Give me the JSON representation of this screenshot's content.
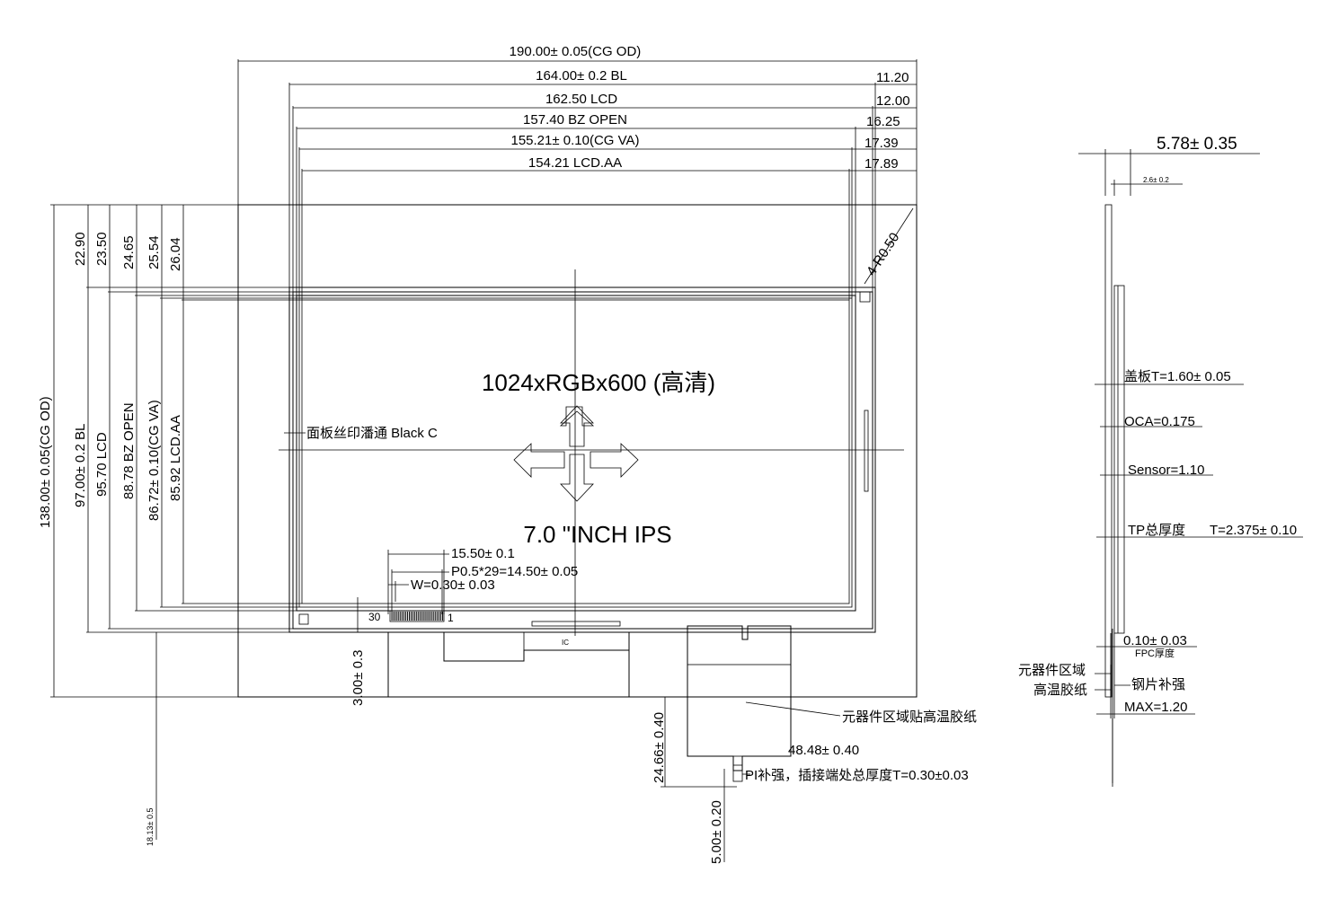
{
  "drawing": {
    "top_dims": {
      "cg_od": "190.00± 0.05(CG OD)",
      "bl": "164.00± 0.2 BL",
      "lcd": "162.50 LCD",
      "bz_open": "157.40 BZ OPEN",
      "cg_va": "155.21± 0.10(CG VA)",
      "lcd_aa": "154.21 LCD.AA"
    },
    "right_offsets": [
      "11.20",
      "12.00",
      "16.25",
      "17.39",
      "17.89"
    ],
    "left_offsets": [
      "22.90",
      "23.50",
      "24.65",
      "25.54",
      "26.04"
    ],
    "left_dims": {
      "cg_od": "138.00± 0.05(CG OD)",
      "bl": "97.00± 0.2 BL",
      "lcd": "95.70 LCD",
      "bz_open": "88.78 BZ OPEN",
      "cg_va": "86.72± 0.10(CG VA)",
      "lcd_aa": "85.92 LCD.AA"
    },
    "corner_radius": "4-R0.50",
    "resolution": "1024xRGBx600 (高清)",
    "size_label": "7.0 \"INCH IPS",
    "silk_note": "面板丝印潘通 Black C",
    "pin_dims": {
      "width": "15.50± 0.1",
      "pitch": "P0.5*29=14.50± 0.05",
      "w": "W=0.30± 0.03"
    },
    "pin_labels": {
      "left": "30",
      "right": "1"
    },
    "dim_3": "3.00± 0.3",
    "dim_18": "18.13± 0.5",
    "dim_24": "24.66± 0.40",
    "dim_48": "48.48± 0.40",
    "dim_5": "5.00± 0.20",
    "fpc_note": "元器件区域贴高温胶纸",
    "pi_note": "PI补强，插接端处总厚度T=0.30±0.03",
    "side": {
      "total": "5.78± 0.35",
      "sub": "2.6± 0.2",
      "cover": "盖板T=1.60±  0.05",
      "oca": "OCA=0.175",
      "sensor": "Sensor=1.10",
      "tp_label": "TP总厚度",
      "tp_value": "T=2.375± 0.10",
      "fpc_thk": "0.10± 0.03",
      "fpc_label": "FPC厚度",
      "comp_area": "元器件区域",
      "tape": "高温胶纸",
      "steel": "钢片补强",
      "max": "MAX=1.20"
    }
  }
}
